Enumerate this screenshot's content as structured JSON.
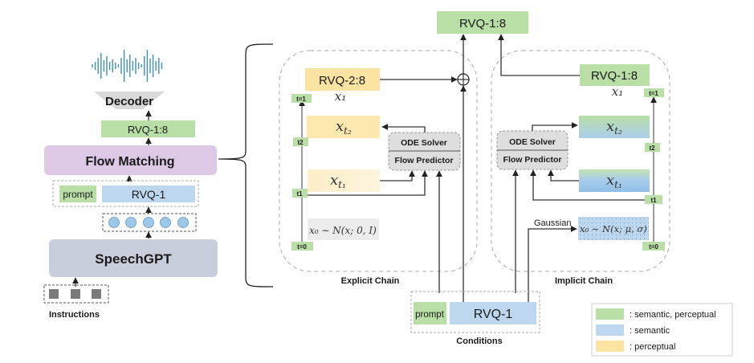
{
  "colors": {
    "green": "#b9dfa7",
    "blue": "#bcd7ee",
    "yellow": "#fbe3a1",
    "yellow_light": "#fdf1d2",
    "purple": "#ddc9e6",
    "gray_block": "#c9cedc",
    "decoder": "#d9d9d9",
    "wave": "#3e8fb0",
    "solver": "#dedede"
  },
  "left": {
    "decoder": "Decoder",
    "rvq_out": "RVQ-1:8",
    "flow_matching": "Flow Matching",
    "prompt": "prompt",
    "rvq_in": "RVQ-1",
    "speechgpt": "SpeechGPT",
    "instructions": "Instructions"
  },
  "top": {
    "rvq_out": "RVQ-1:8"
  },
  "explicit": {
    "title": "Explicit Chain",
    "rvq": "RVQ-2:8",
    "x1": "x₁",
    "xt2": "x",
    "xt2_sub": "t₂",
    "xt1": "x",
    "xt1_sub": "t₁",
    "x0": "x₀ ∼ N(x; 0, I)",
    "ode": "ODE Solver",
    "predictor": "Flow Predictor",
    "ticks": [
      "t=1",
      "t2",
      "t1",
      "t=0"
    ]
  },
  "implicit": {
    "title": "Implicit Chain",
    "rvq": "RVQ-1:8",
    "x1": "x₁",
    "xt2": "x",
    "xt2_sub": "t₂",
    "xt1": "x",
    "xt1_sub": "t₁",
    "x0": "x₀ ∼ N(x; μ, σ)",
    "gaussian": "Gaussian",
    "ode": "ODE Solver",
    "predictor": "Flow Predictor",
    "ticks": [
      "t=1",
      "t2",
      "t1",
      "t=0"
    ]
  },
  "conditions": {
    "title": "Conditions",
    "prompt": "prompt",
    "rvq": "RVQ-1"
  },
  "legend": [
    {
      "color": "#b9dfa7",
      "label": ": semantic, perceptual"
    },
    {
      "color": "#bcd7ee",
      "label": ": semantic"
    },
    {
      "color": "#fbe3a1",
      "label": ": perceptual"
    }
  ]
}
